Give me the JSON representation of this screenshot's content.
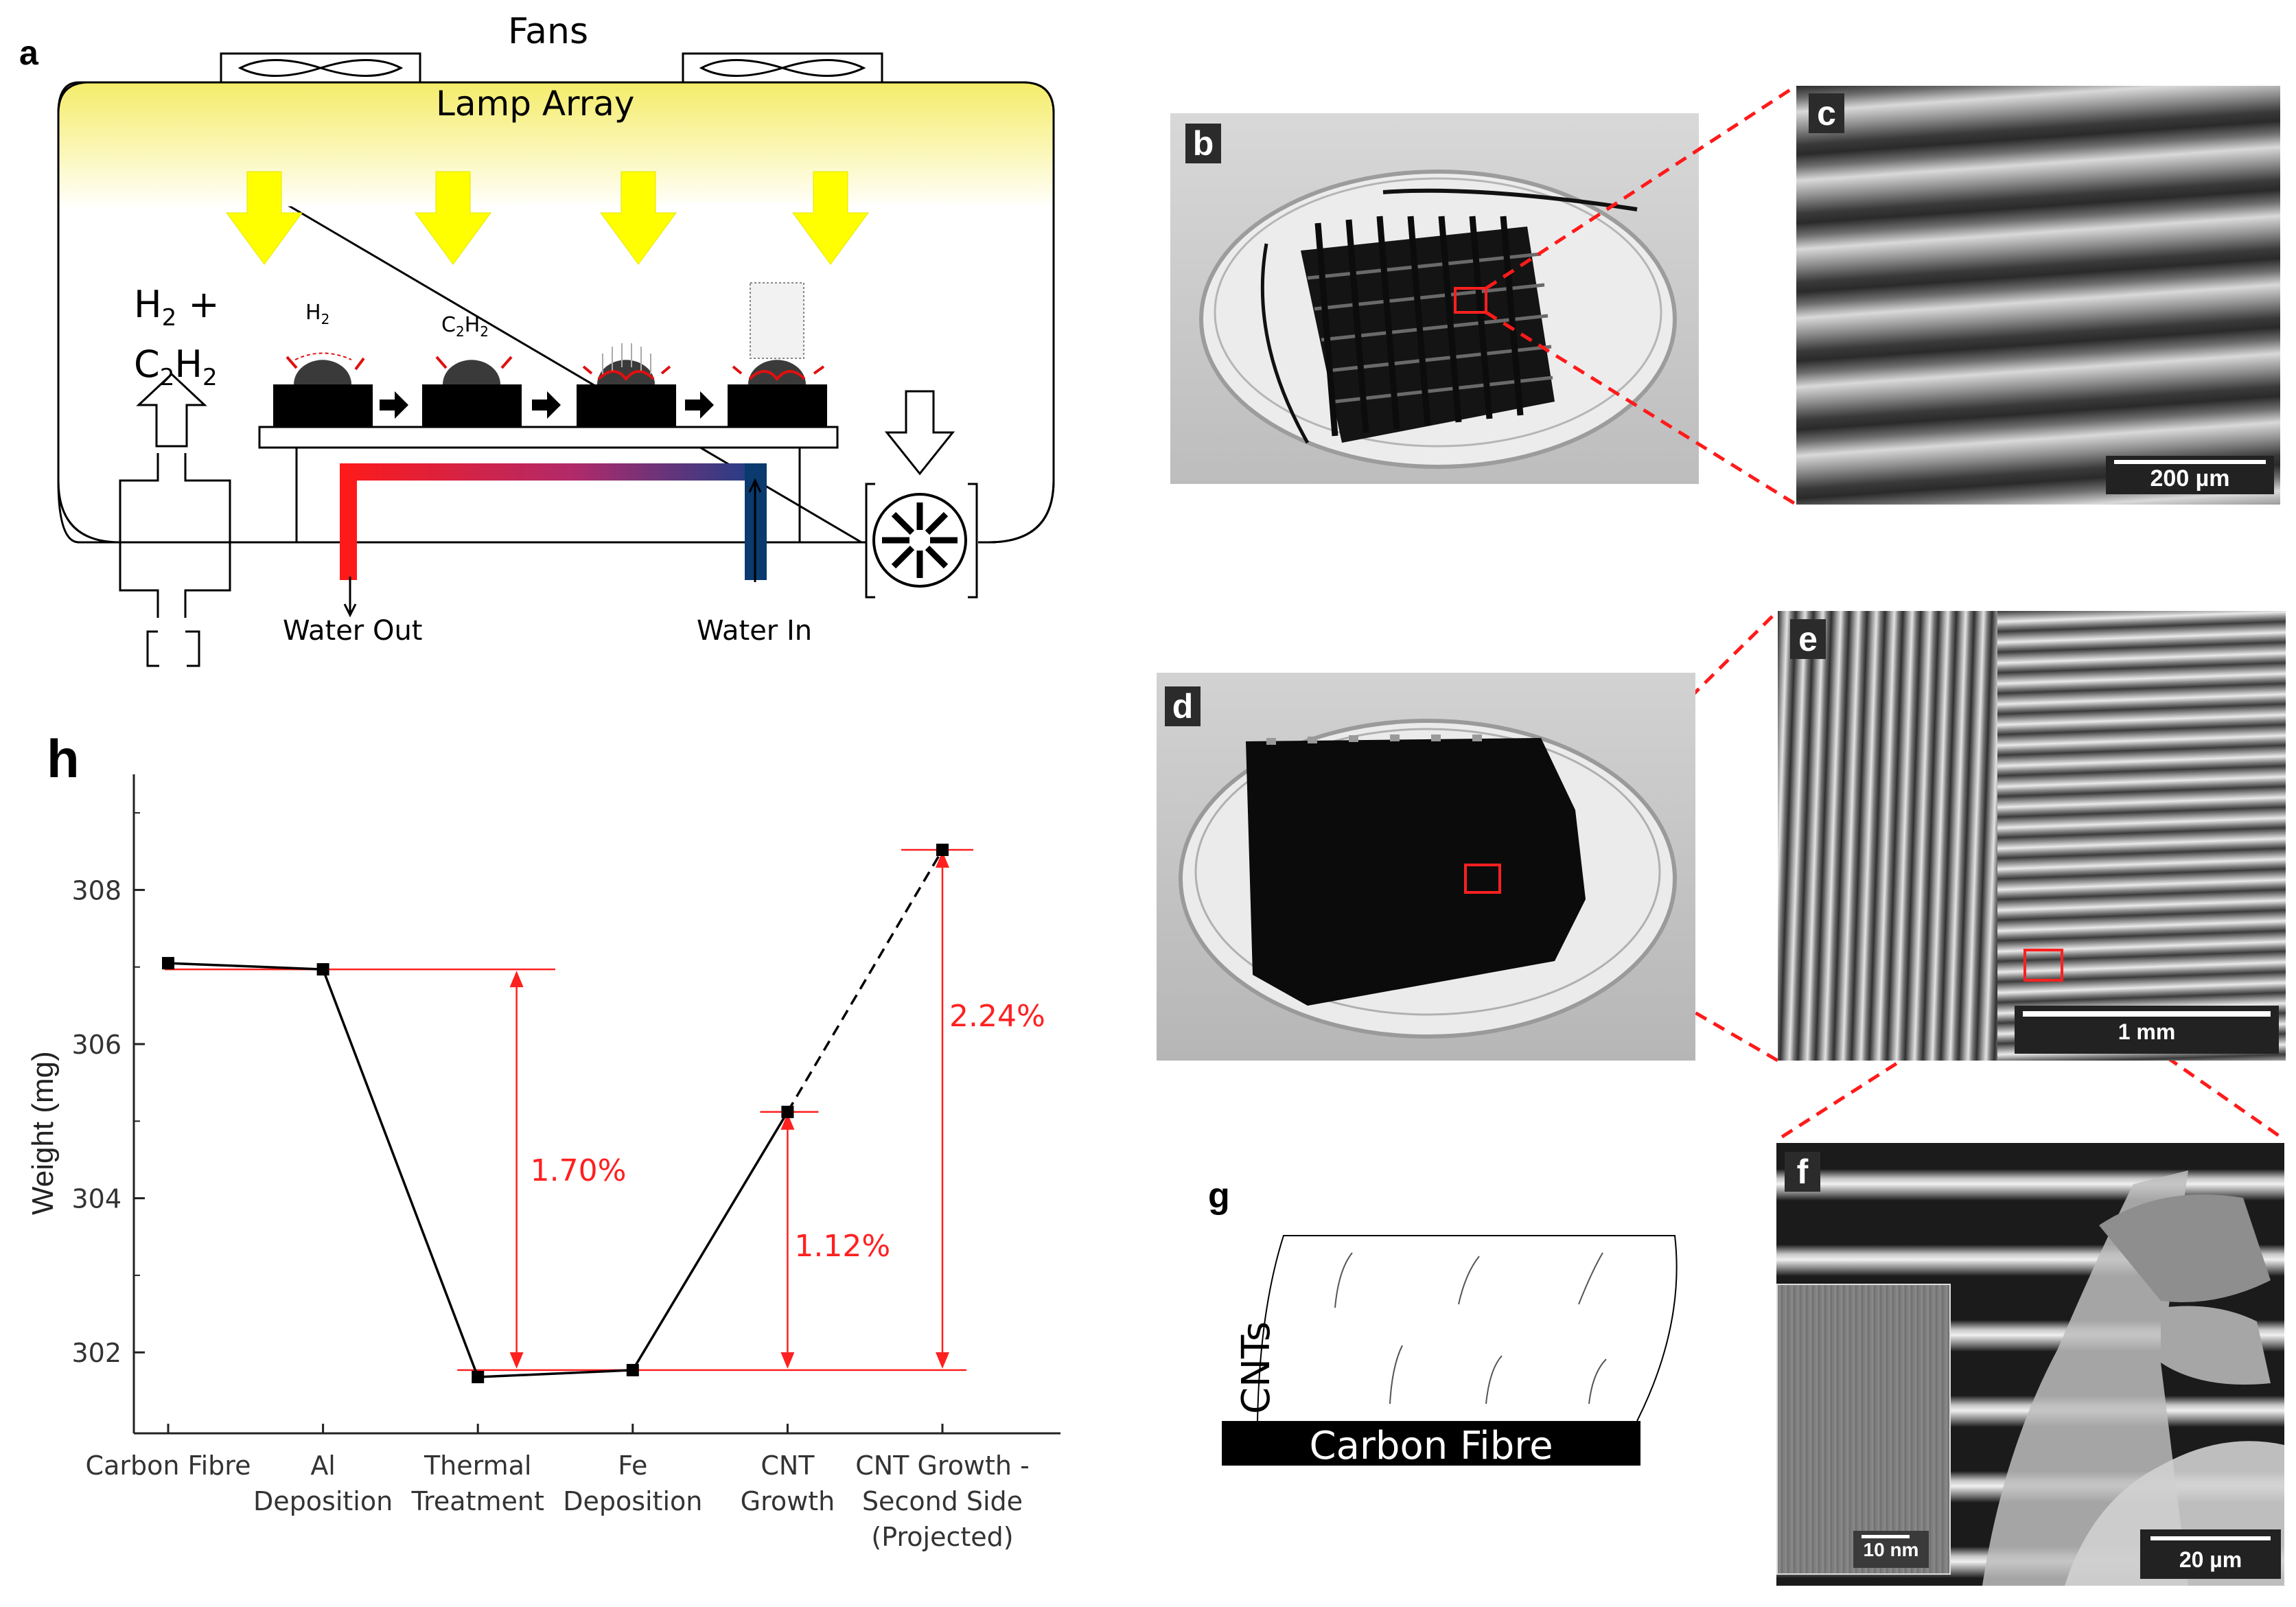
{
  "figure": {
    "panel_labels": {
      "a": "a",
      "b": "b",
      "c": "c",
      "d": "d",
      "e": "e",
      "f": "f",
      "g": "g",
      "h": "h"
    }
  },
  "panel_a": {
    "fans_label": "Fans",
    "lamp_label": "Lamp Array",
    "gas_line1": "H",
    "gas_line1_sub": "2",
    "gas_line1_plus": " +",
    "gas_line2_a": "C",
    "gas_line2_sub1": "2",
    "gas_line2_b": "H",
    "gas_line2_sub2": "2",
    "step1_label": "H",
    "step1_sub": "2",
    "step2_label_a": "C",
    "step2_sub1": "2",
    "step2_label_b": "H",
    "step2_sub2": "2",
    "water_out": "Water Out",
    "water_in": "Water In",
    "colors": {
      "lamp_top": "#f6f07a",
      "lamp_bottom": "#fffef2",
      "arrow": "#ffff00",
      "hot": "#ff1a1a",
      "cold": "#0a3a6e",
      "droplet": "#3a3a3a"
    }
  },
  "panel_c": {
    "scale_label": "200 µm"
  },
  "panel_e": {
    "scale_label": "1 mm"
  },
  "panel_f": {
    "scale_label": "20 µm",
    "inset_scale_label": "10 nm"
  },
  "panel_g": {
    "cnt_label": "CNTs",
    "fibre_label": "Carbon Fibre"
  },
  "chart_data": {
    "type": "line",
    "ylabel": "Weight (mg)",
    "xlabel": "",
    "categories": [
      [
        "Carbon Fibre"
      ],
      [
        "Al",
        "Deposition"
      ],
      [
        "Thermal",
        "Treatment"
      ],
      [
        "Fe",
        "Deposition"
      ],
      [
        "CNT",
        "Growth"
      ],
      [
        "CNT Growth -",
        "Second Side",
        "(Projected)"
      ]
    ],
    "values": [
      307.05,
      306.97,
      301.68,
      301.77,
      305.12,
      308.52
    ],
    "projected_segment": [
      4,
      5
    ],
    "ylim": [
      300.95,
      309.5
    ],
    "yticks": [
      302,
      304,
      306,
      308
    ],
    "annotations": [
      {
        "label": "1.70%",
        "from": 301.77,
        "to": 306.97,
        "at_category": 4.3
      },
      {
        "label": "1.12%",
        "from": 301.77,
        "to": 305.12,
        "at_category": 4
      },
      {
        "label": "2.24%",
        "from": 301.77,
        "to": 308.52,
        "at_category": 5
      }
    ],
    "reference_lines": [
      306.97,
      301.77,
      305.12,
      308.52
    ],
    "colors": {
      "series": "#000000",
      "annotation": "#ff2020"
    }
  }
}
